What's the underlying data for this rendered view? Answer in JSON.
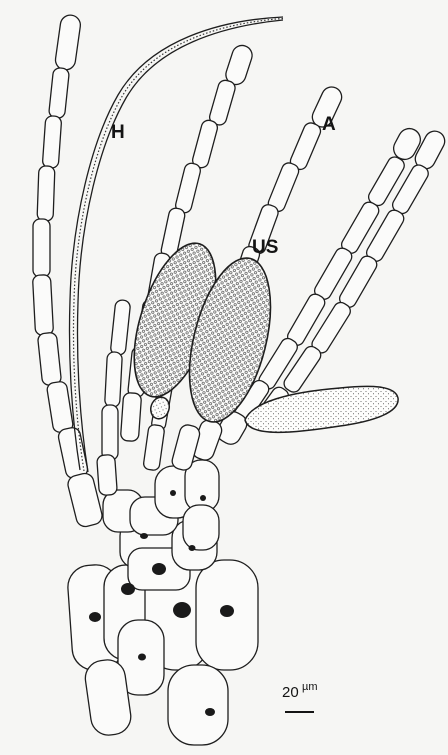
{
  "labels": {
    "hair": "H",
    "assimilator": "A",
    "unilocular_sporangium": "US"
  },
  "scale_bar": {
    "value": "20",
    "unit": "µm"
  },
  "colors": {
    "ink": "#1e1e1e",
    "paper": "#f6f6f4"
  }
}
